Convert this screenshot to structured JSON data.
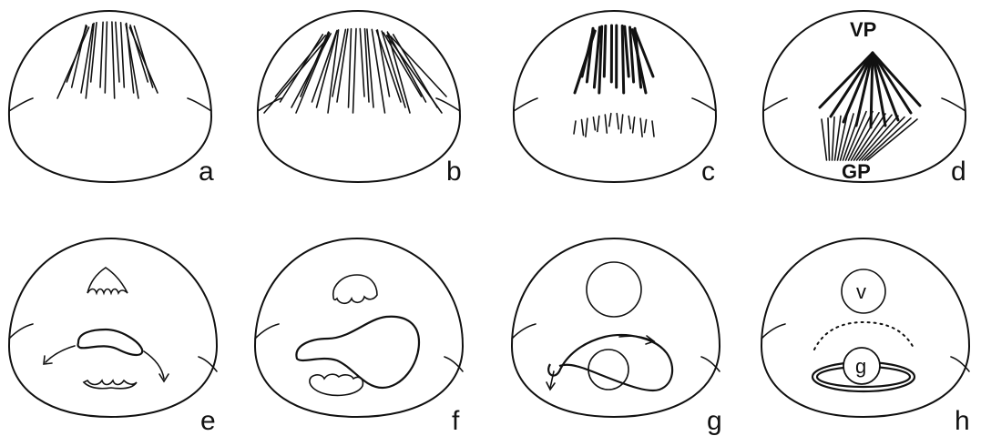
{
  "figure": {
    "panels": [
      {
        "id": "a",
        "label": "a"
      },
      {
        "id": "b",
        "label": "b"
      },
      {
        "id": "c",
        "label": "c"
      },
      {
        "id": "d",
        "label": "d",
        "pole_top": "VP",
        "pole_bottom": "GP"
      },
      {
        "id": "e",
        "label": "e"
      },
      {
        "id": "f",
        "label": "f"
      },
      {
        "id": "g",
        "label": "g"
      },
      {
        "id": "h",
        "label": "h",
        "circle_top": "v",
        "circle_bottom": "g"
      }
    ]
  }
}
